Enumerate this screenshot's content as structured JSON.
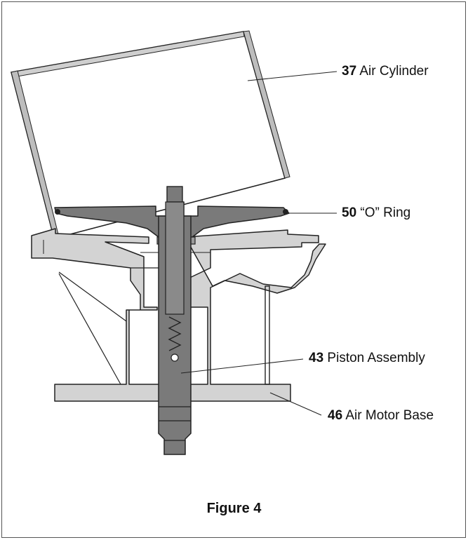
{
  "figure": {
    "caption": "Figure 4",
    "callouts": [
      {
        "number": "37",
        "label": "Air Cylinder"
      },
      {
        "number": "50",
        "label": "“O” Ring"
      },
      {
        "number": "43",
        "label": "Piston Assembly"
      },
      {
        "number": "46",
        "label": "Air Motor Base"
      }
    ]
  },
  "colors": {
    "part_fill": "#7a7a7a",
    "base_fill": "#d2d2d2",
    "line": "#222222"
  }
}
